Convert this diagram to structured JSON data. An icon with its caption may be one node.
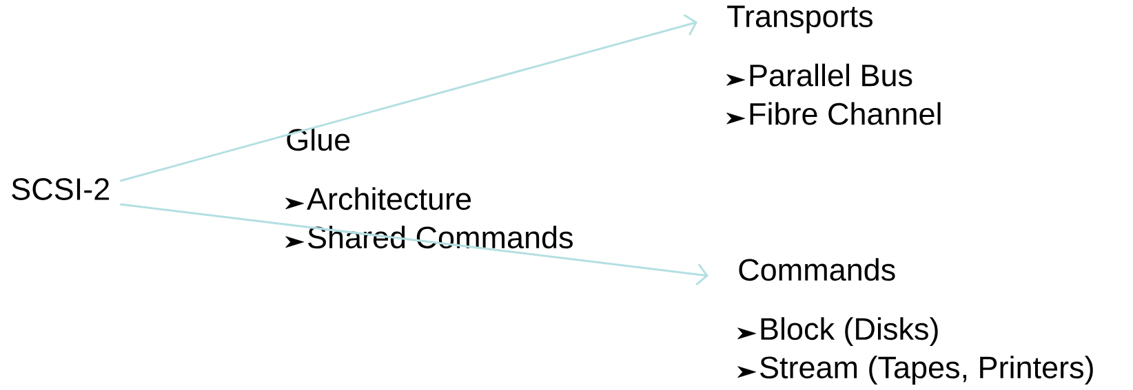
{
  "diagram": {
    "nodes": [
      {
        "text": [
          "SCSI-2"
        ]
      },
      {
        "text": [
          "Transports",
          "Parallel Bus",
          "Fibre Channel"
        ]
      },
      {
        "text": [
          "Commands",
          "Block (Disks)",
          "Stream (Tapes, Printers)"
        ]
      }
    ],
    "edges": [
      {
        "from": 0,
        "to": 1,
        "arrow": "to",
        "color": "#b4dfe2"
      },
      {
        "from": 0,
        "to": 2,
        "arrow": "to",
        "color": "#b4dfe2"
      }
    ],
    "labels": [
      "Glue",
      "Architecture",
      "Shared Commands"
    ]
  }
}
